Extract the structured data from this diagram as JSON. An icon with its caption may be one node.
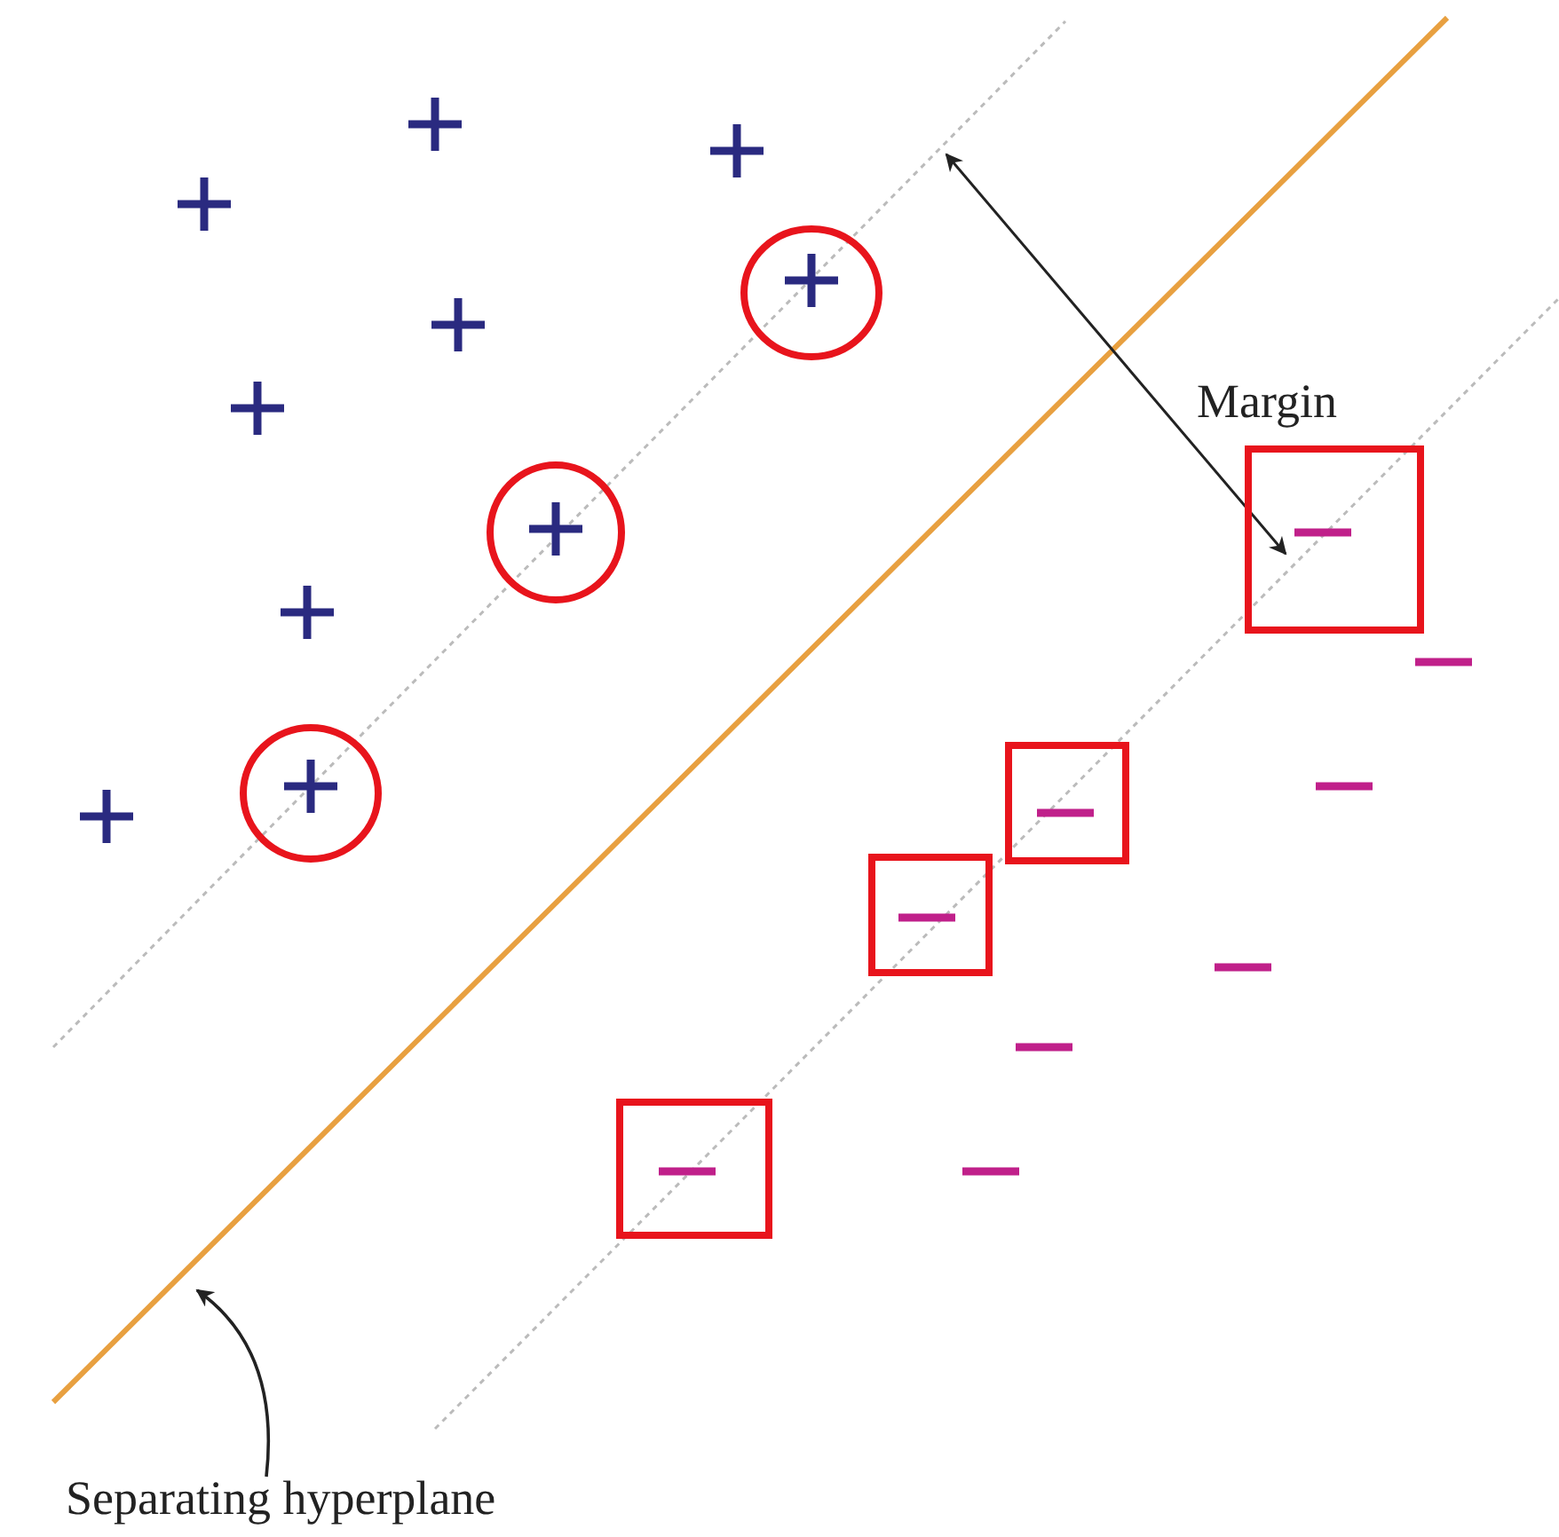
{
  "diagram": {
    "nodes": [
      {
        "text": [
          "Separating hyperplane"
        ]
      },
      {
        "text": [],
        "shape": "line"
      }
    ],
    "edges": [
      {
        "from": 0,
        "to": 1,
        "arrow": "to"
      }
    ],
    "labels": [
      "Margin"
    ]
  }
}
